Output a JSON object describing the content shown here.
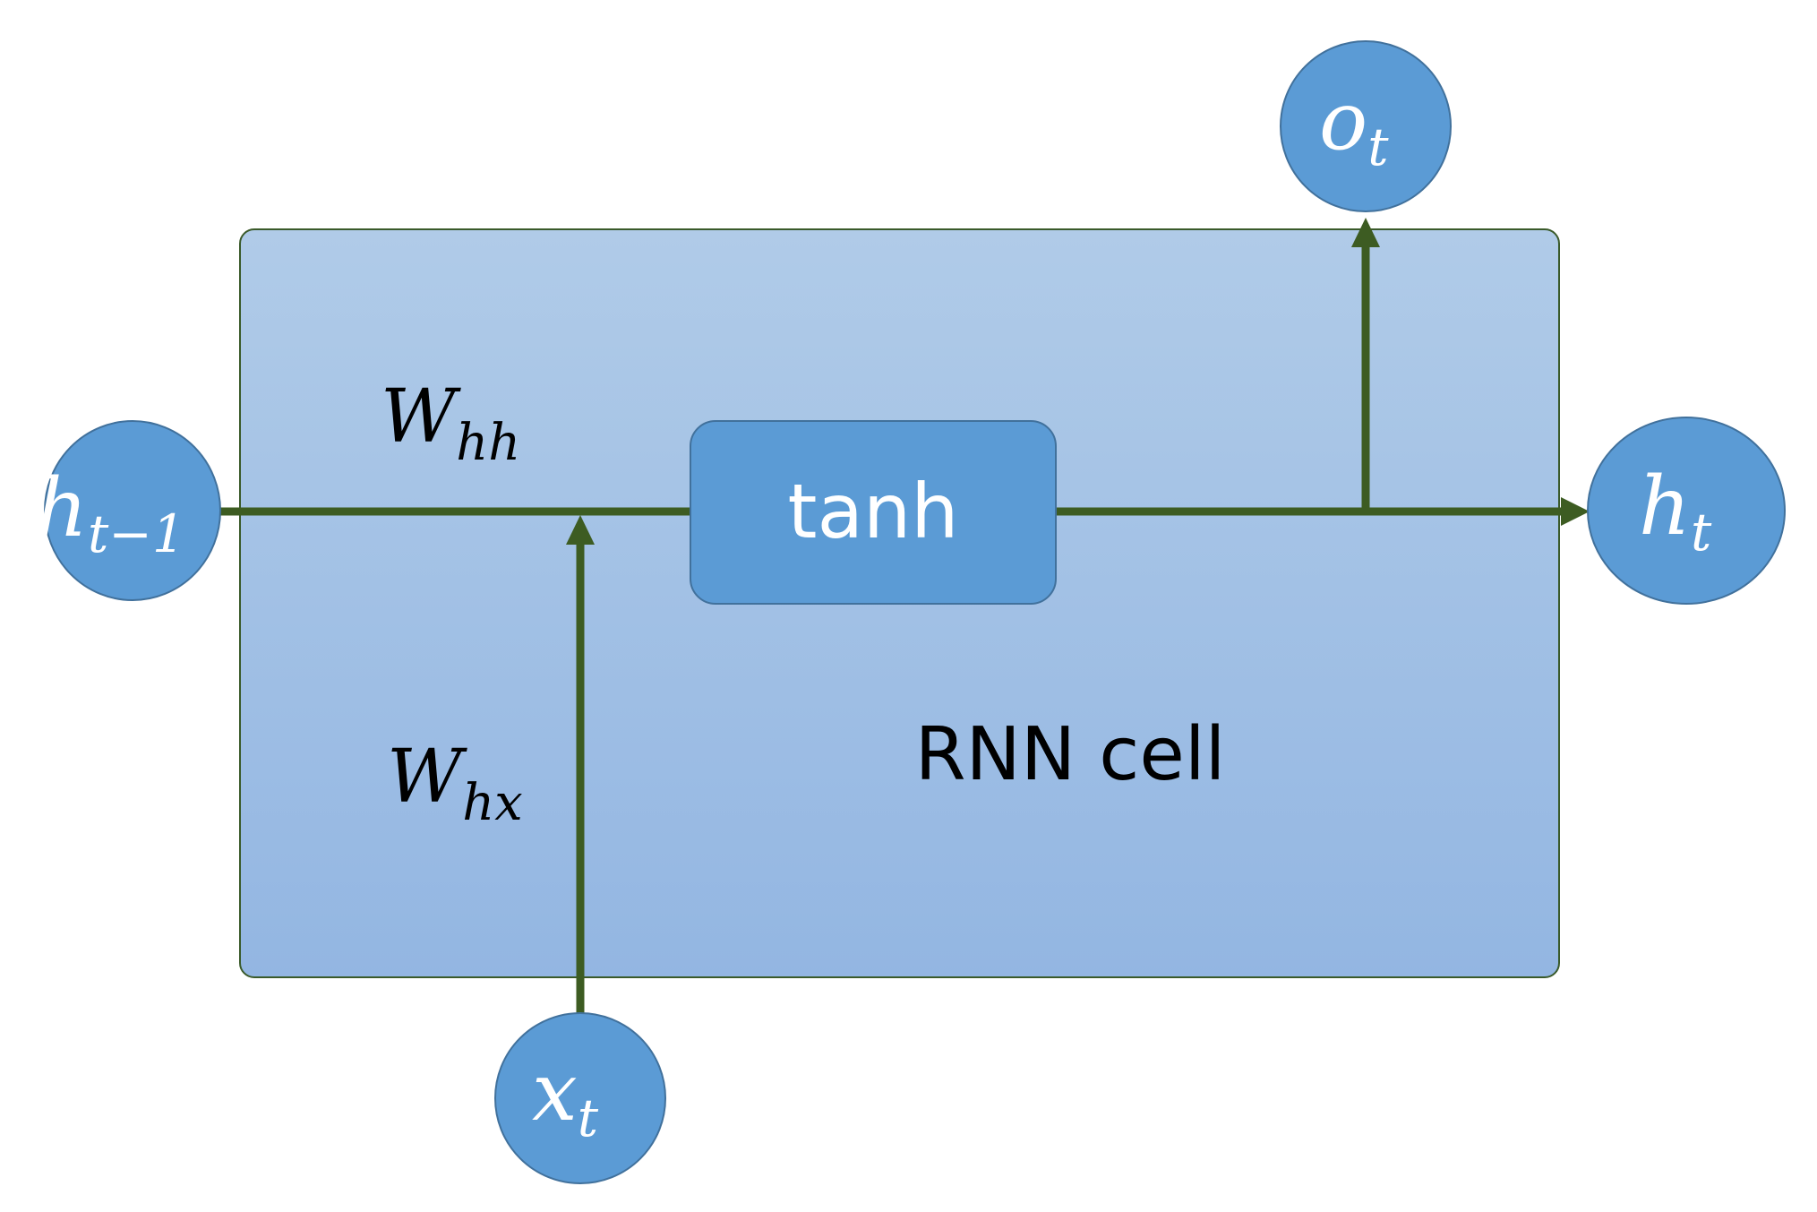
{
  "diagram": {
    "cell_label": "RNN cell",
    "activation": "tanh",
    "nodes": {
      "h_prev": {
        "base": "h",
        "sub": "t−1"
      },
      "h_t": {
        "base": "h",
        "sub": "t"
      },
      "o_t": {
        "base": "o",
        "sub": "t"
      },
      "x_t": {
        "base": "x",
        "sub": "t"
      }
    },
    "weights": {
      "w_hh": {
        "base": "W",
        "sub": "hh"
      },
      "w_hx": {
        "base": "W",
        "sub": "hx"
      }
    },
    "colors": {
      "cell_fill_top": "#b0cbe8",
      "cell_fill_bottom": "#93b6e2",
      "cell_border": "#3a5a2a",
      "node_fill": "#5b9bd5",
      "node_border": "#41719c",
      "line": "#3d5c22"
    }
  }
}
